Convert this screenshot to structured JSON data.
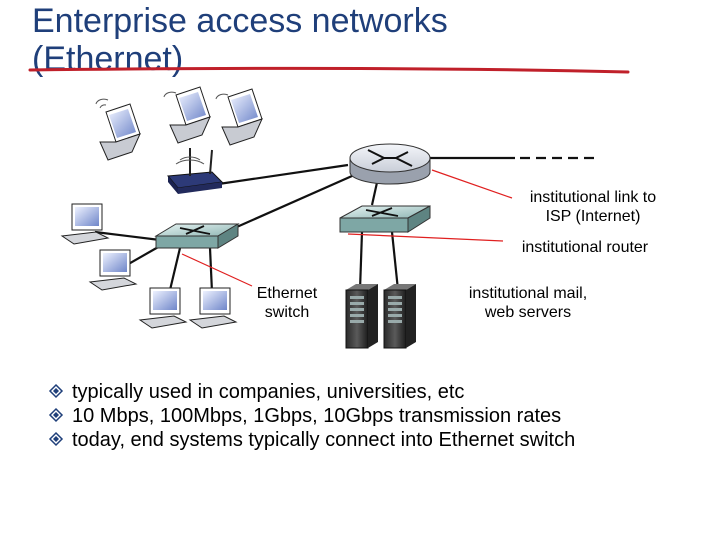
{
  "title": {
    "line1": "Enterprise access networks",
    "line2": "(Ethernet)"
  },
  "labels": {
    "isp_link": [
      "institutional link to",
      "ISP (Internet)"
    ],
    "router": "institutional router",
    "switch": [
      "Ethernet",
      "switch"
    ],
    "servers": [
      "institutional mail,",
      "web servers"
    ]
  },
  "bullets": [
    "typically used in companies, universities, etc",
    "10 Mbps, 100Mbps, 1Gbps, 10Gbps transmission rates",
    "today, end systems typically connect into Ethernet switch"
  ],
  "colors": {
    "title": "#1f3f7a",
    "underline": "#c0202a",
    "annotation": "#e02020",
    "bullet_mark": "#1f3f7a"
  }
}
